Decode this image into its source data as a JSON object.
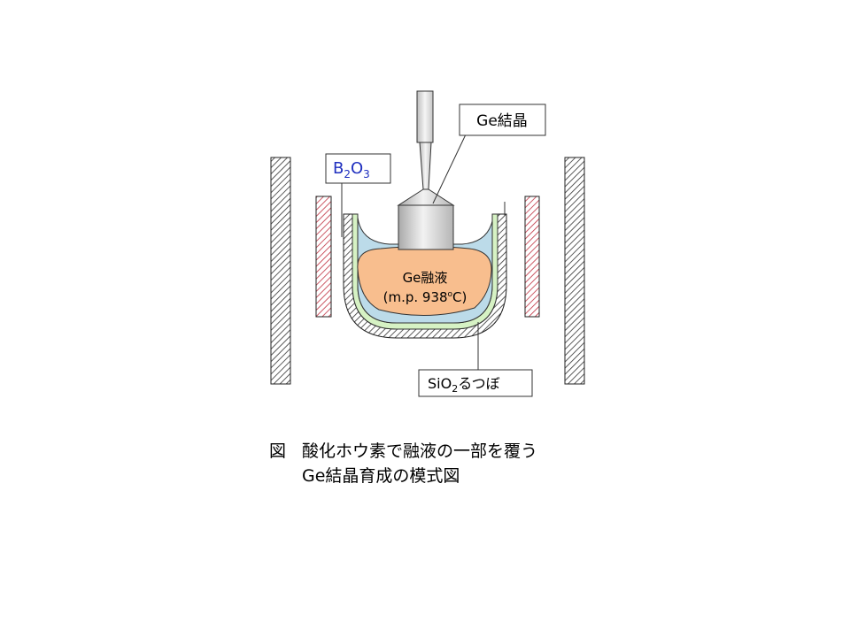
{
  "diagram": {
    "labels": {
      "ge_crystal": "Ge結晶",
      "b2o3": {
        "base1": "B",
        "sub1": "2",
        "base2": "O",
        "sub2": "3"
      },
      "melt": {
        "line1": "Ge融液",
        "line2_pre": "(m.p. 938",
        "line2_sup": "o",
        "line2_post": "C)"
      },
      "crucible": {
        "base": "SiO",
        "sub": "2",
        "rest": "るつぼ"
      }
    },
    "colors": {
      "b2o3_text": "#1f2fbf",
      "melt_fill": "#f8be8e",
      "b2o3_layer": "#bcdbe9",
      "crucible_liner": "#d6f2c4",
      "crystal_fill": "#dcdcdc",
      "heater_inner_hatch": "#c03040",
      "heater_outer_hatch": "#333333"
    }
  },
  "caption": {
    "prefix": "図",
    "line1": "酸化ホウ素で融液の一部を覆う",
    "line2": "Ge結晶育成の模式図"
  }
}
